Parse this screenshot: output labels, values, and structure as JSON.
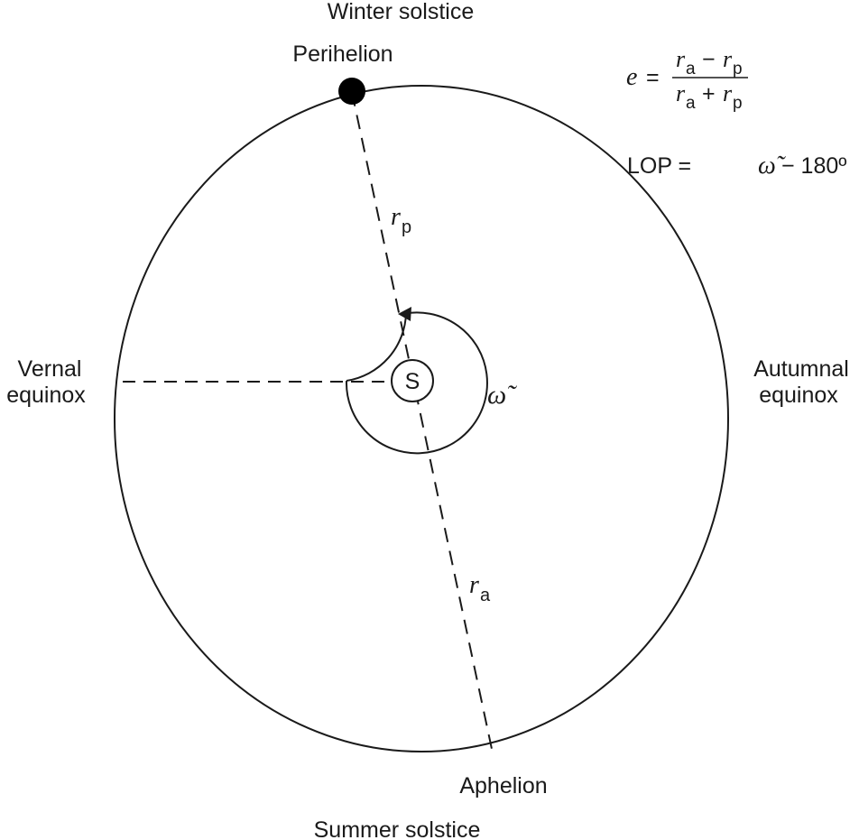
{
  "labels": {
    "winter_solstice": "Winter solstice",
    "summer_solstice": "Summer solstice",
    "perihelion": "Perihelion",
    "aphelion": "Aphelion",
    "vernal_line1": "Vernal",
    "vernal_line2": "equinox",
    "autumnal_line1": "Autumnal",
    "autumnal_line2": "equinox",
    "sun": "S"
  },
  "segments": {
    "r_symbol": "r",
    "perihelion_sub": "p",
    "aphelion_sub": "a",
    "omega": "ω̃"
  },
  "formulas": {
    "eccentricity": {
      "lhs": "e",
      "equals": "=",
      "num_r1": "r",
      "num_sub1": "a",
      "num_op": "−",
      "num_r2": "r",
      "num_sub2": "p",
      "den_r1": "r",
      "den_sub1": "a",
      "den_op": "+",
      "den_r2": "r",
      "den_sub2": "p"
    },
    "lop": {
      "prefix": "LOP =",
      "omega": "ω̃",
      "suffix": "− 180º"
    }
  },
  "colors": {
    "ink": "#1a1a1a",
    "background": "#ffffff"
  }
}
